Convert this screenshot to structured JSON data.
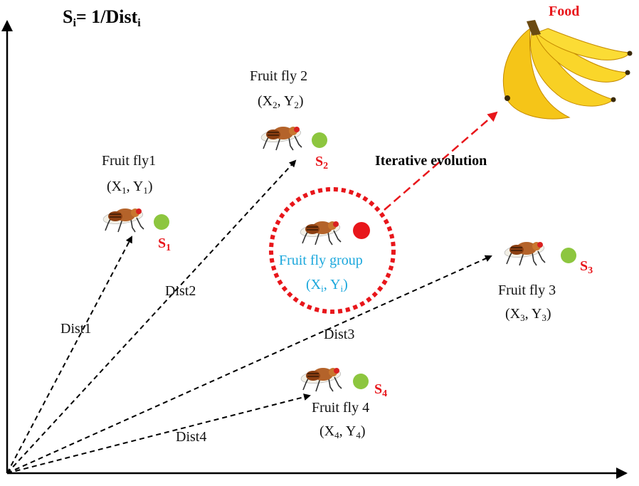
{
  "formula": {
    "main": "S",
    "sub1": "i",
    "mid": "= 1/Dist",
    "sub2": "i"
  },
  "food_label": "Food",
  "iterative_label": "Iterative evolution",
  "group": {
    "label": "Fruit fly group",
    "coord": {
      "open": "(X",
      "sub1": "i",
      "mid": ", Y",
      "sub2": "i",
      "close": ")"
    }
  },
  "flies": [
    {
      "name": "Fruit fly1",
      "coord": {
        "open": "(X",
        "sub1": "1",
        "mid": ", Y",
        "sub2": "1",
        "close": ")"
      },
      "s": "S",
      "s_sub": "1",
      "dist": "Dist1"
    },
    {
      "name": "Fruit fly 2",
      "coord": {
        "open": "(X",
        "sub1": "2",
        "mid": ", Y",
        "sub2": "2",
        "close": ")"
      },
      "s": "S",
      "s_sub": "2",
      "dist": "Dist2"
    },
    {
      "name": "Fruit fly 3",
      "coord": {
        "open": "(X",
        "sub1": "3",
        "mid": ", Y",
        "sub2": "3",
        "close": ")"
      },
      "s": "S",
      "s_sub": "3",
      "dist": "Dist3"
    },
    {
      "name": "Fruit fly 4",
      "coord": {
        "open": "(X",
        "sub1": "4",
        "mid": ", Y",
        "sub2": "4",
        "close": ")"
      },
      "s": "S",
      "s_sub": "4",
      "dist": "Dist4"
    }
  ],
  "colors": {
    "smell_dot": "#8dc63f",
    "group_dot": "#e8161b",
    "accent_red": "#e8161b",
    "group_text": "#1aa7dc",
    "banana": "#f5c518"
  }
}
